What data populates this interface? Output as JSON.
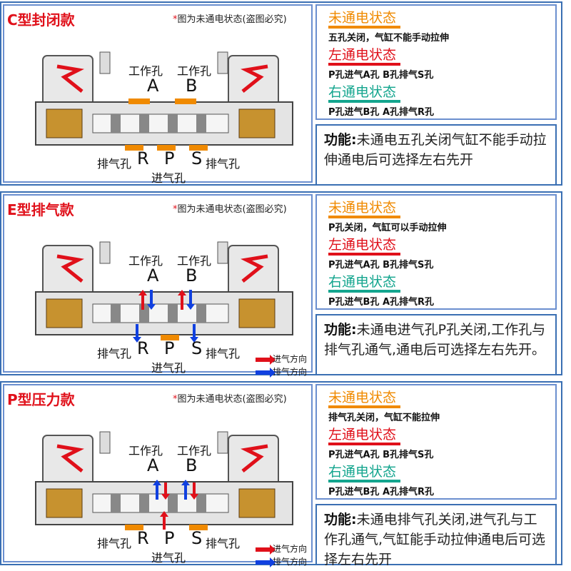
{
  "note_star": "*",
  "note_text": "图为未通电状态(盗图必究)",
  "labels": {
    "work_port": "工作孔",
    "A": "A",
    "B": "B",
    "R": "R",
    "P": "P",
    "S": "S",
    "exhaust_port": "排气孔",
    "inlet_port": "进气孔"
  },
  "legend": {
    "intake": "进气方向",
    "exhaust": "排气方向"
  },
  "colors": {
    "accent_red": "#e0101a",
    "orange": "#f08a00",
    "teal": "#13a58e",
    "border_blue": "#3a6fb3"
  },
  "sections": [
    {
      "title": "C型封闭款",
      "status": [
        {
          "head": "未通电状态",
          "desc": "五孔关闭，气缸不能手动拉伸"
        },
        {
          "head": "左通电状态",
          "desc": "P孔进气A孔 B孔排气S孔"
        },
        {
          "head": "右通电状态",
          "desc": "P孔进气B孔 A孔排气R孔"
        }
      ],
      "func_head": "功能:",
      "func_text": "未通电五孔关闭气缸不能手动拉伸通电后可选择左右先开"
    },
    {
      "title": "E型排气款",
      "status": [
        {
          "head": "未通电状态",
          "desc": "P孔关闭，气缸可以手动拉伸"
        },
        {
          "head": "左通电状态",
          "desc": "P孔进气A孔 B孔排气S孔"
        },
        {
          "head": "右通电状态",
          "desc": "P孔进气B孔 A孔排气R孔"
        }
      ],
      "func_head": "功能:",
      "func_text": "未通电进气孔P孔关闭,工作孔与排气孔通气,通电后可选择左右先开。"
    },
    {
      "title": "P型压力款",
      "status": [
        {
          "head": "未通电状态",
          "desc": "排气孔关闭，气缸不能拉伸"
        },
        {
          "head": "左通电状态",
          "desc": "P孔进气A孔 B孔排气S孔"
        },
        {
          "head": "右通电状态",
          "desc": "P孔进气B孔 A孔排气R孔"
        }
      ],
      "func_head": "功能:",
      "func_text": "未通电排气孔关闭,进气孔与工作孔通气,气缸能手动拉伸通电后可选择左右先开"
    }
  ]
}
